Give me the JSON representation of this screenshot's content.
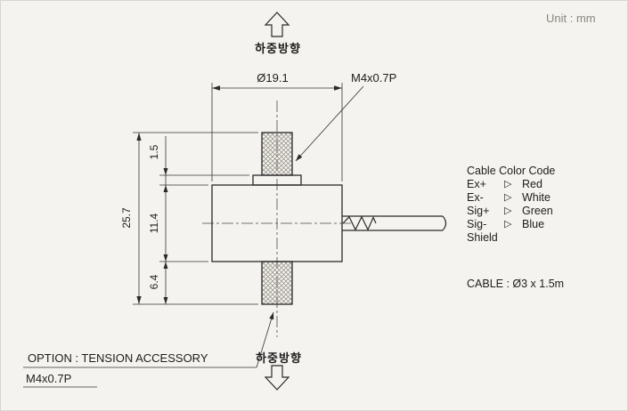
{
  "unit_label": "Unit : mm",
  "drawing": {
    "load_direction_top_label": "하중방향",
    "load_direction_bottom_label": "하중방향",
    "diameter_dim": "Ø19.1",
    "thread_label": "M4x0.7P",
    "overall_height_dim": "25.7",
    "collar_height_dim": "1.5",
    "body_height_dim": "11.4",
    "stud_length_dim": "6.4"
  },
  "cable_info": {
    "title": "Cable Color Code",
    "arrow_glyph": "▷",
    "rows": [
      {
        "signal": "Ex+",
        "color": "Red"
      },
      {
        "signal": "Ex-",
        "color": "White"
      },
      {
        "signal": "Sig+",
        "color": "Green"
      },
      {
        "signal": "Sig-",
        "color": "Blue"
      },
      {
        "signal": "Shield",
        "color": ""
      }
    ],
    "cable_spec": "CABLE : Ø3 x 1.5m"
  },
  "option_note": {
    "line1": "OPTION : TENSION ACCESSORY",
    "line2": "M4x0.7P"
  },
  "colors": {
    "background": "#f5f3ef",
    "line": "#2a2a2a",
    "muted_text": "#8a8680"
  }
}
